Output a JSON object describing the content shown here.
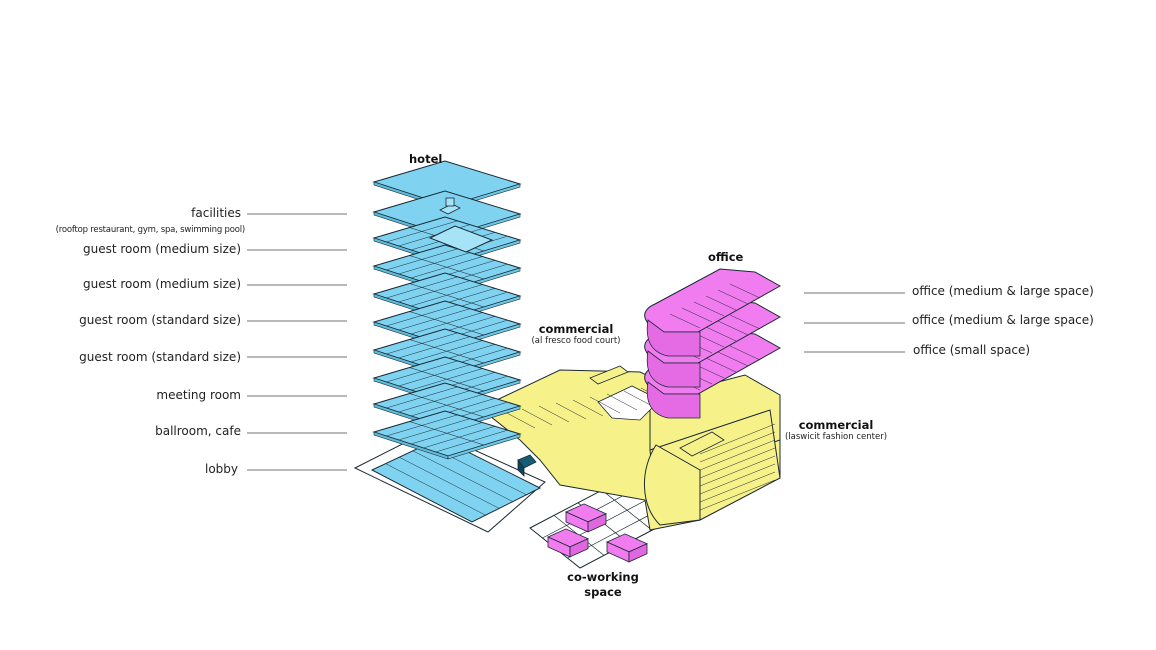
{
  "colors": {
    "hotel": "#7fd3f1",
    "commercial": "#f7f18a",
    "office": "#f07cf0",
    "line": "#1a2a33",
    "leader": "#444444"
  },
  "titles": {
    "hotel": "hotel",
    "office": "office",
    "commercial_top": "commercial",
    "commercial_top_sub": "(al fresco food court)",
    "commercial_mid": "commercial",
    "commercial_mid_sub": "(laswicit fashion center)",
    "coworking_1": "co-working",
    "coworking_2": "space"
  },
  "hotel_labels": [
    {
      "text": "facilities",
      "sub": "(rooftop restaurant, gym, spa, swimming pool)"
    },
    {
      "text": "guest room (medium size)"
    },
    {
      "text": "guest room (medium size)"
    },
    {
      "text": "guest room (standard size)"
    },
    {
      "text": "guest room (standard size)"
    },
    {
      "text": "meeting room"
    },
    {
      "text": "ballroom, cafe"
    },
    {
      "text": "lobby"
    }
  ],
  "office_labels": [
    {
      "text": "office (medium & large space)"
    },
    {
      "text": "office (medium & large space)"
    },
    {
      "text": "office (small space)"
    }
  ]
}
